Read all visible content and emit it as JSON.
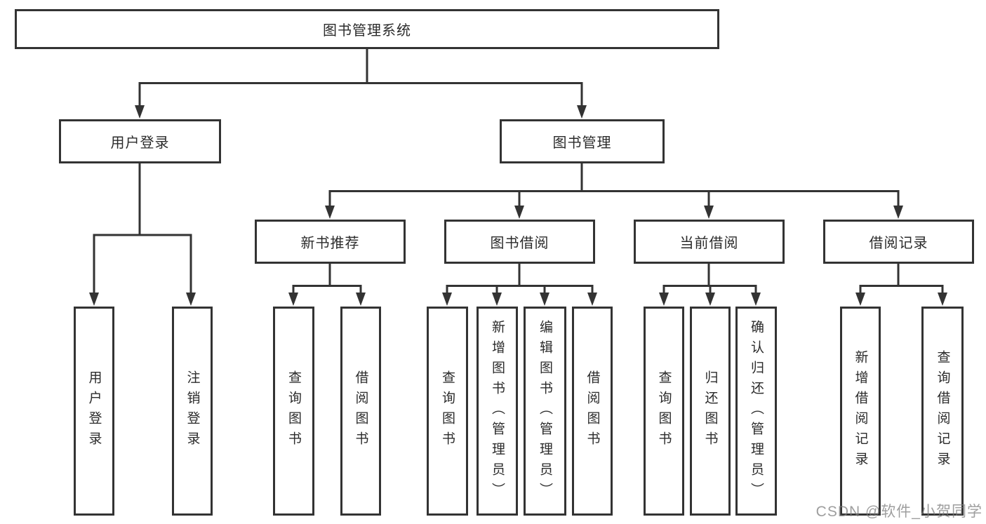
{
  "diagram": {
    "root": {
      "label": "图书管理系统"
    },
    "branches": [
      {
        "label": "用户登录",
        "leaves": [
          "用户登录",
          "注销登录"
        ]
      },
      {
        "label": "图书管理",
        "children": [
          {
            "label": "新书推荐",
            "leaves": [
              "查询图书",
              "借阅图书"
            ]
          },
          {
            "label": "图书借阅",
            "leaves": [
              "查询图书",
              "新增图书（管理员）",
              "编辑图书（管理员）",
              "借阅图书"
            ]
          },
          {
            "label": "当前借阅",
            "leaves": [
              "查询图书",
              "归还图书",
              "确认归还（管理员）"
            ]
          },
          {
            "label": "借阅记录",
            "leaves": [
              "新增借阅记录",
              "查询借阅记录"
            ]
          }
        ]
      }
    ]
  },
  "watermark": {
    "text": "CSDN @软件_小贺同学"
  },
  "colors": {
    "line": "#333333",
    "text": "#2b2b2b",
    "background": "#ffffff",
    "watermark": "#7d7d7d"
  }
}
